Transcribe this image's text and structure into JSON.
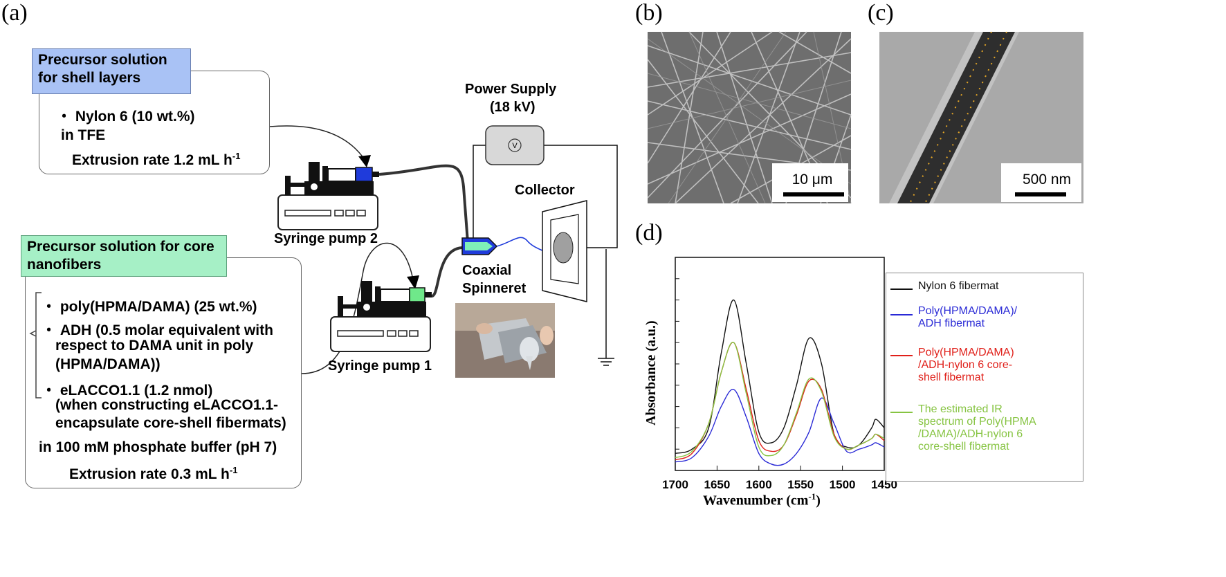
{
  "panels": {
    "a": "(a)",
    "b": "(b)",
    "c": "(c)",
    "d": "(d)"
  },
  "shell": {
    "title_line1": "Precursor solution",
    "title_line2": "for shell layers",
    "item": "・ Nylon 6 (10 wt.%)",
    "solvent": "in TFE",
    "rate_text": "Extrusion rate 1.2 mL h",
    "rate_sup": "-1"
  },
  "core": {
    "title_line1": "Precursor solution for core",
    "title_line2": "nanofibers",
    "item1": "・ poly(HPMA/DAMA) (25 wt.%)",
    "item2_l1": "・ ADH (0.5 molar equivalent with",
    "item2_l2": "respect to DAMA unit in poly",
    "item2_l3": "(HPMA/DAMA))",
    "item3_l1": "・ eLACCO1.1 (1.2 nmol)",
    "item3_l2": "(when constructing eLACCO1.1-",
    "item3_l3": "encapsulate core-shell fibermats)",
    "buffer": "in 100 mM phosphate buffer (pH 7)",
    "rate_text": "Extrusion rate 0.3 mL h",
    "rate_sup": "-1"
  },
  "setup": {
    "pump2": "Syringe pump 2",
    "pump1": "Syringe pump 1",
    "power_l1": "Power Supply",
    "power_l2": "(18 kV)",
    "voltmeter": "V",
    "collector": "Collector",
    "spinneret_l1": "Coaxial",
    "spinneret_l2": "Spinneret"
  },
  "micrographs": {
    "sem_scale": "10 μm",
    "tem_scale": "500 nm"
  },
  "colors": {
    "shell_box": "#a9c2f5",
    "core_box": "#a6f0c6",
    "nylon": "#111111",
    "poly_adh": "#2a2ad6",
    "core_shell": "#e0201a",
    "estimated": "#86c442"
  },
  "chart_data": {
    "type": "line",
    "xlabel": "Wavenumber (cm",
    "xlabel_sup": "-1",
    "xlabel_end": ")",
    "ylabel": "Absorbance (a.u.)",
    "xlim": [
      1700,
      1450
    ],
    "x_ticks": [
      "1700",
      "1650",
      "1600",
      "1550",
      "1500",
      "1450"
    ],
    "legend_position": "right",
    "series": [
      {
        "name": "Nylon 6 fibermat",
        "color": "#111111",
        "x": [
          1700,
          1680,
          1660,
          1645,
          1630,
          1615,
          1600,
          1585,
          1570,
          1555,
          1540,
          1525,
          1510,
          1495,
          1480,
          1465,
          1460,
          1450
        ],
        "y": [
          0.08,
          0.1,
          0.2,
          0.55,
          0.8,
          0.5,
          0.18,
          0.13,
          0.2,
          0.4,
          0.62,
          0.5,
          0.17,
          0.11,
          0.12,
          0.2,
          0.24,
          0.2
        ]
      },
      {
        "name": "Poly(HPMA/DAMA)/ADH fibermat",
        "color": "#2a2ad6",
        "x": [
          1700,
          1680,
          1660,
          1645,
          1630,
          1615,
          1600,
          1585,
          1570,
          1555,
          1540,
          1525,
          1510,
          1495,
          1480,
          1465,
          1460,
          1450
        ],
        "y": [
          0.04,
          0.06,
          0.16,
          0.3,
          0.38,
          0.25,
          0.08,
          0.03,
          0.03,
          0.08,
          0.18,
          0.34,
          0.22,
          0.09,
          0.1,
          0.12,
          0.13,
          0.11
        ]
      },
      {
        "name": "Poly(HPMA/DAMA)/ADH-nylon 6 core-shell fibermat",
        "color": "#e0201a",
        "x": [
          1700,
          1680,
          1660,
          1645,
          1630,
          1615,
          1600,
          1585,
          1570,
          1555,
          1540,
          1525,
          1510,
          1495,
          1480,
          1465,
          1460,
          1450
        ],
        "y": [
          0.05,
          0.08,
          0.22,
          0.46,
          0.6,
          0.38,
          0.14,
          0.09,
          0.12,
          0.26,
          0.42,
          0.38,
          0.17,
          0.1,
          0.12,
          0.15,
          0.17,
          0.14
        ]
      },
      {
        "name": "The estimated IR spectrum of Poly(HPMA/DAMA)/ADH-nylon 6 core-shell fibermat",
        "color": "#86c442",
        "x": [
          1700,
          1680,
          1660,
          1645,
          1630,
          1615,
          1600,
          1585,
          1570,
          1555,
          1540,
          1525,
          1510,
          1495,
          1480,
          1465,
          1460,
          1450
        ],
        "y": [
          0.06,
          0.09,
          0.22,
          0.46,
          0.6,
          0.36,
          0.11,
          0.07,
          0.12,
          0.27,
          0.43,
          0.37,
          0.16,
          0.1,
          0.12,
          0.15,
          0.17,
          0.15
        ]
      }
    ],
    "legend": [
      [
        "Nylon 6 fibermat"
      ],
      [
        "Poly(HPMA/DAMA)/",
        "ADH fibermat"
      ],
      [
        "Poly(HPMA/DAMA)",
        "/ADH-nylon 6 core-",
        "shell fibermat"
      ],
      [
        "The estimated IR",
        "spectrum of Poly(HPMA",
        "/DAMA)/ADH-nylon 6",
        "core-shell fibermat"
      ]
    ]
  }
}
